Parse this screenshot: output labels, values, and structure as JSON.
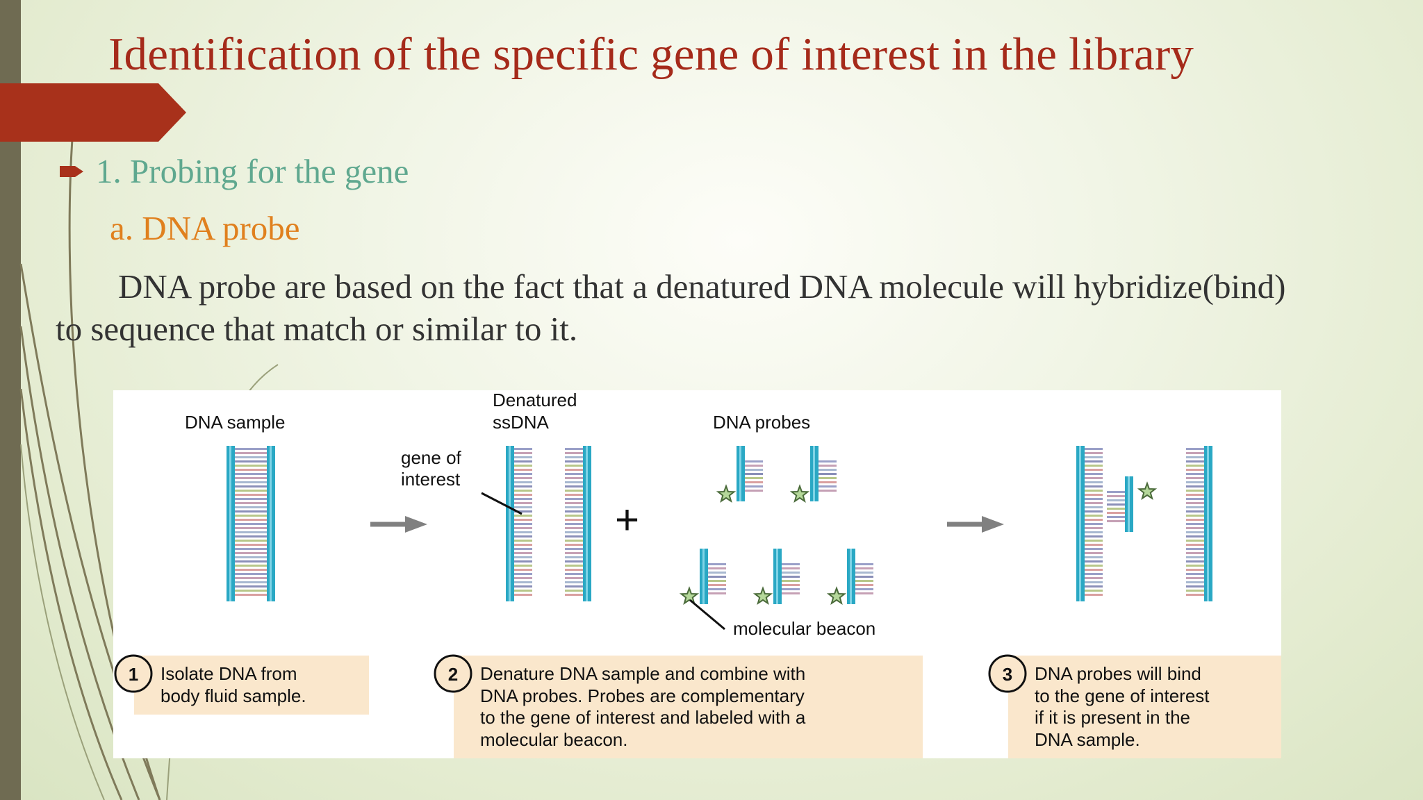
{
  "slide": {
    "title": "Identification of the specific gene of interest in the library",
    "bullet": "1. Probing for the gene",
    "subheading": "a. DNA probe",
    "body_line1": "DNA probe are based on the fact that a denatured DNA  molecule will hybridize(bind)",
    "body_line2": "to sequence that match or similar to it."
  },
  "colors": {
    "title": "#a52a1a",
    "accent_red": "#a8311b",
    "bullet_text": "#5fa88f",
    "subheading": "#e0801e",
    "body_text": "#333333",
    "strand_blue": "#2aa8c4",
    "caption_bg": "#fae7cc",
    "star": "#b5d89a"
  },
  "figure": {
    "label_dna_sample": "DNA sample",
    "label_denatured_1": "Denatured",
    "label_denatured_2": "ssDNA",
    "label_gene_1": "gene of",
    "label_gene_2": "interest",
    "label_probes": "DNA probes",
    "label_beacon": "molecular beacon",
    "plus": "+",
    "steps": [
      {
        "number": "1",
        "lines": [
          "Isolate DNA from",
          "body fluid sample."
        ]
      },
      {
        "number": "2",
        "lines": [
          "Denature DNA sample and combine with",
          "DNA probes. Probes are complementary",
          "to the gene of interest and labeled with a",
          "molecular beacon."
        ]
      },
      {
        "number": "3",
        "lines": [
          "DNA probes will bind",
          "to the gene of interest",
          "if it is present in the",
          "DNA sample."
        ]
      }
    ]
  }
}
